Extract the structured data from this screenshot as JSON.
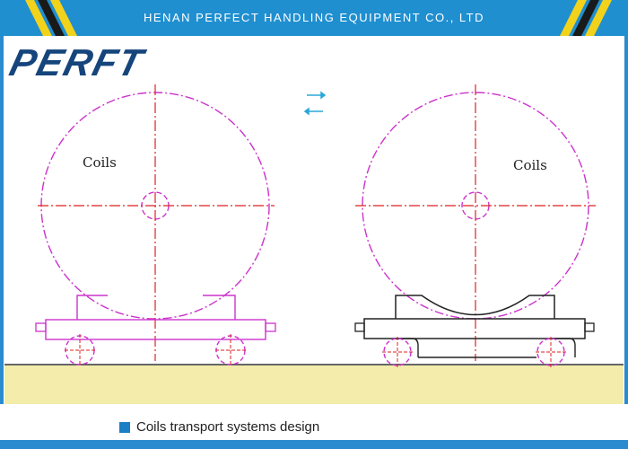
{
  "header": {
    "company_name": "HENAN PERFECT HANDLING EQUIPMENT CO., LTD",
    "logo_text": "PERFT"
  },
  "diagram": {
    "left_label": "Coils",
    "right_label": "Coils"
  },
  "footer": {
    "caption": "Coils transport systems design"
  },
  "colors": {
    "header_band": "#1f8fd0",
    "logo": "#16457c",
    "coil_outline": "#cc33cc",
    "centerline": "#dd2222",
    "ground": "#f3ecab",
    "caption_marker": "#1a7fc4"
  },
  "icons": {
    "header_stripes": "diagonal-stripes-icon",
    "caption_marker": "square-bullet-icon",
    "flow_arrows": "double-arrow-icon"
  }
}
